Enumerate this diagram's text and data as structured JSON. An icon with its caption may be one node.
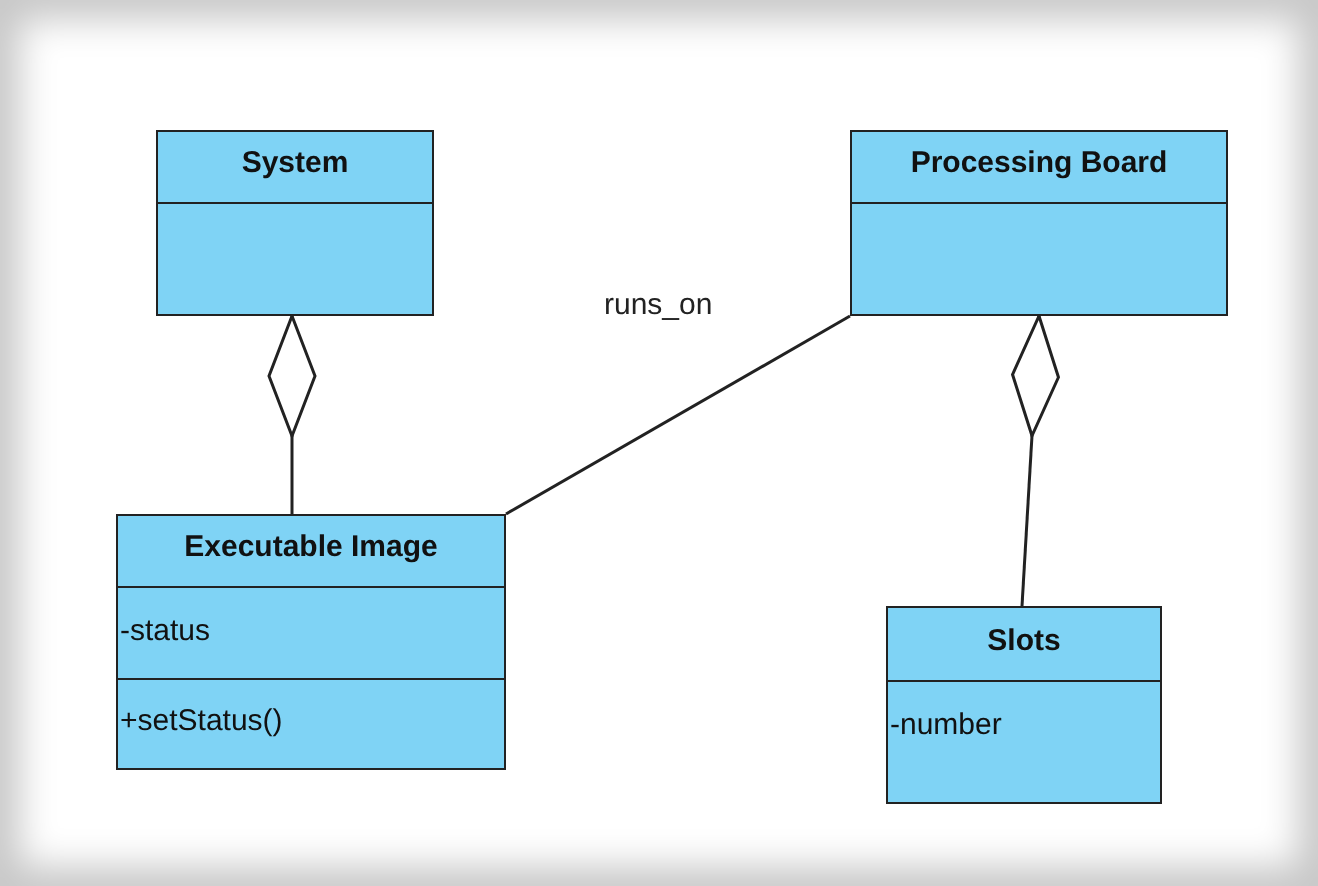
{
  "diagram": {
    "nodes": [
      {
        "text": [
          "System"
        ]
      },
      {
        "text": [
          "Processing Board"
        ]
      },
      {
        "text": [
          "Executable Image",
          "-status",
          "+setStatus()"
        ]
      },
      {
        "text": [
          "Slots",
          "-number"
        ]
      }
    ],
    "edges": [
      {
        "from": 0,
        "to": 2,
        "arrow": "other"
      },
      {
        "from": 1,
        "to": 2,
        "arrow": "none",
        "label": "runs_on"
      },
      {
        "from": 1,
        "to": 3,
        "arrow": "other"
      }
    ]
  }
}
